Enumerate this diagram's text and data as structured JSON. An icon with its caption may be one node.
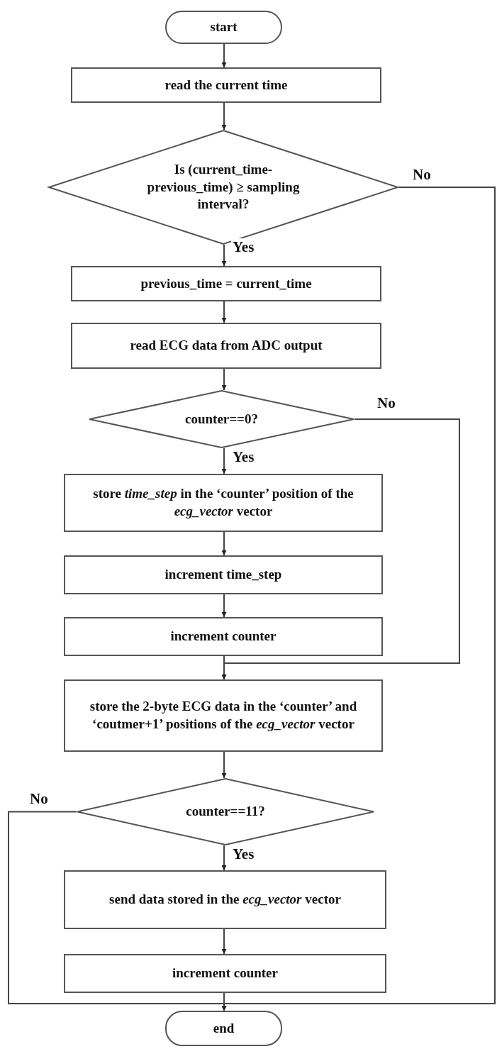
{
  "diagram": {
    "nodes": [
      {
        "text": [
          "start"
        ]
      },
      {
        "text": [
          "read the current time"
        ]
      },
      {
        "text": [
          "Is (current_time-previous_time) ≥ sampling interval?"
        ]
      },
      {
        "text": [
          "previous_time =  current_time"
        ]
      },
      {
        "text": [
          "read ECG data from ADC output"
        ]
      },
      {
        "text": [
          "counter==0?"
        ]
      },
      {
        "text": [
          "store *time_step* in the ‘counter’ position of the *ecg_vector* vector"
        ]
      },
      {
        "text": [
          "increment time_step"
        ]
      },
      {
        "text": [
          "increment counter"
        ]
      },
      {
        "text": [
          "store the 2-byte ECG data in the ‘counter’ and ‘coutmer+1’ positions of the *ecg_vector* vector"
        ]
      },
      {
        "text": [
          "counter==11?"
        ]
      },
      {
        "text": [
          "send data stored in the *ecg_vector* vector"
        ]
      },
      {
        "text": [
          "increment counter"
        ]
      },
      {
        "text": [
          "end"
        ]
      }
    ],
    "edges": [
      {
        "from": 0,
        "to": 1,
        "arrow": "to"
      },
      {
        "from": 1,
        "to": 2,
        "arrow": "to"
      },
      {
        "from": 2,
        "to": 3,
        "arrow": "to",
        "label": "Yes"
      },
      {
        "from": 2,
        "to": 13,
        "arrow": "to",
        "label": "No"
      },
      {
        "from": 3,
        "to": 4,
        "arrow": "to"
      },
      {
        "from": 4,
        "to": 5,
        "arrow": "to"
      },
      {
        "from": 5,
        "to": 6,
        "arrow": "to",
        "label": "Yes"
      },
      {
        "from": 5,
        "to": 9,
        "arrow": "to",
        "label": "No"
      },
      {
        "from": 6,
        "to": 7,
        "arrow": "to"
      },
      {
        "from": 7,
        "to": 8,
        "arrow": "to"
      },
      {
        "from": 8,
        "to": 9,
        "arrow": "to"
      },
      {
        "from": 9,
        "to": 10,
        "arrow": "to"
      },
      {
        "from": 10,
        "to": 11,
        "arrow": "to",
        "label": "Yes"
      },
      {
        "from": 10,
        "to": 13,
        "arrow": "to",
        "label": "No"
      },
      {
        "from": 11,
        "to": 12,
        "arrow": "to"
      },
      {
        "from": 12,
        "to": 13,
        "arrow": "to"
      }
    ]
  }
}
